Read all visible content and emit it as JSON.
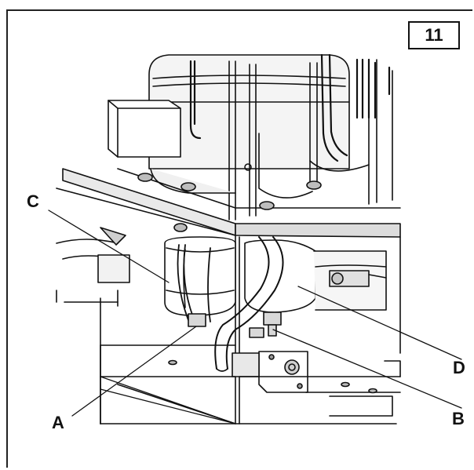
{
  "figure": {
    "number": "11"
  },
  "callouts": {
    "A": "A",
    "B": "B",
    "C": "C",
    "D": "D"
  },
  "colors": {
    "line": "#111111",
    "shade_light": "#e6e6e6",
    "shade_mid": "#cfcfcf",
    "shade_dark": "#9a9a9a"
  }
}
